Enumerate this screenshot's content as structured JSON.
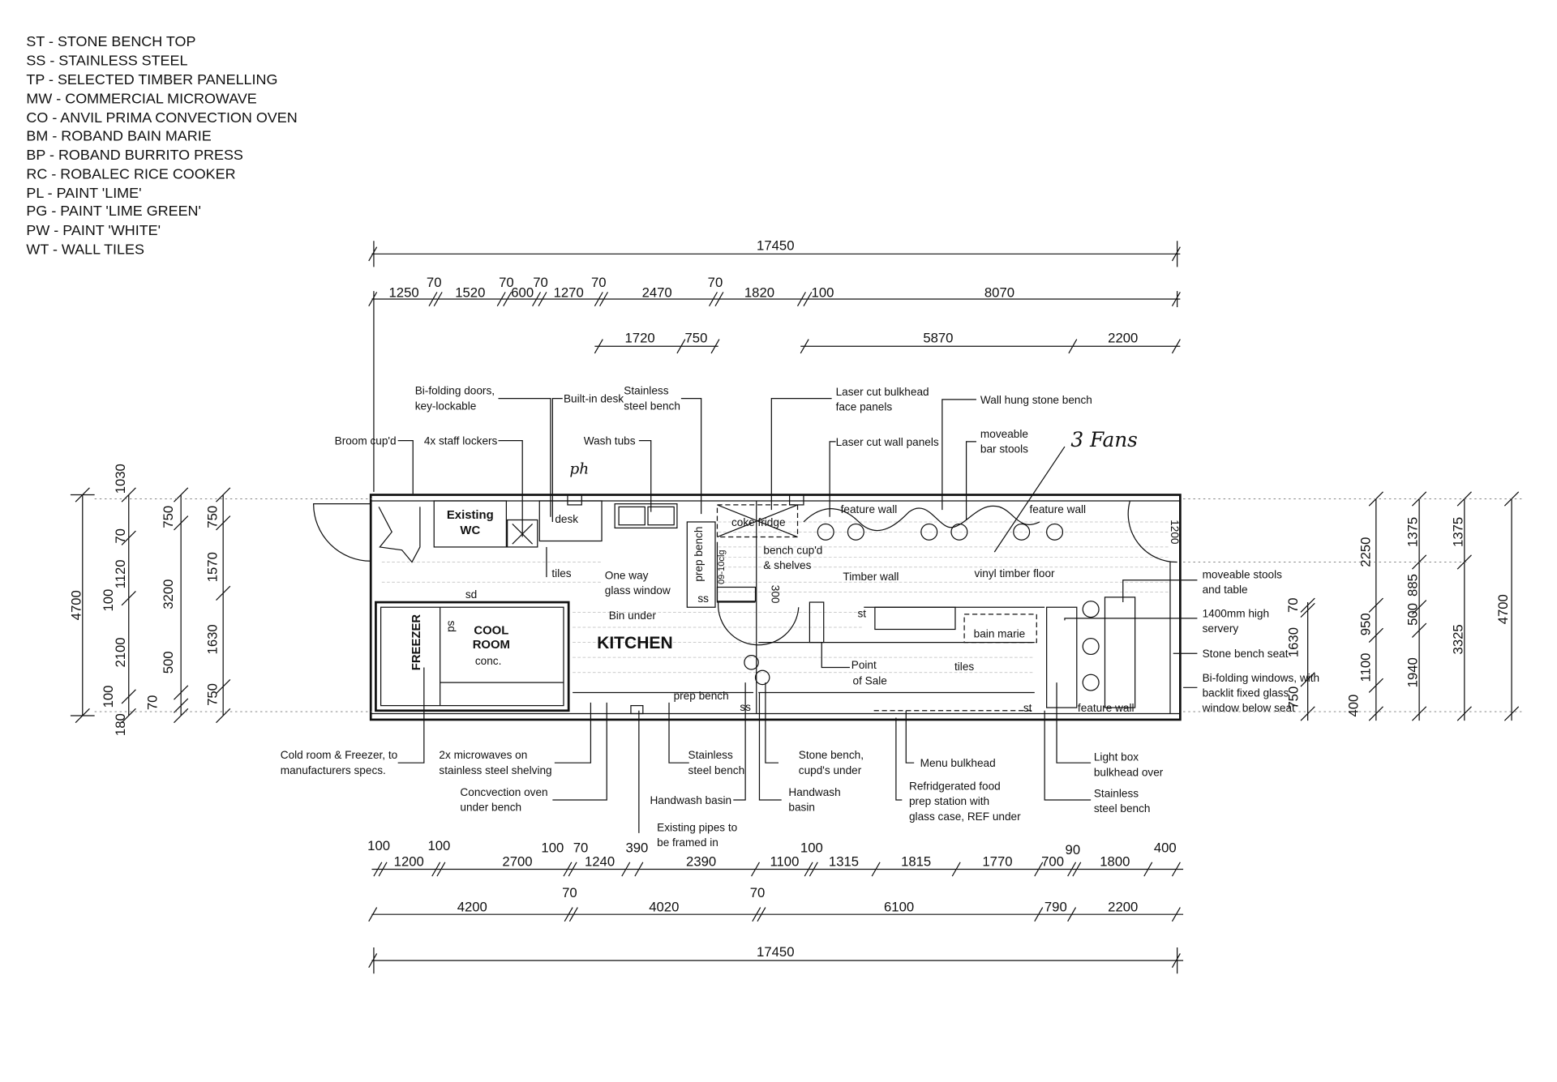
{
  "legend": [
    "ST - STONE BENCH TOP",
    "SS - STAINLESS STEEL",
    "TP - SELECTED TIMBER PANELLING",
    "MW - COMMERCIAL MICROWAVE",
    "CO - ANVIL PRIMA CONVECTION OVEN",
    "BM - ROBAND BAIN MARIE",
    "BP - ROBAND BURRITO PRESS",
    "RC - ROBALEC RICE COOKER",
    "PL - PAINT 'LIME'",
    "PG - PAINT 'LIME GREEN'",
    "PW - PAINT 'WHITE'",
    "WT - WALL TILES"
  ],
  "rooms": {
    "existing_wc": [
      "Existing",
      "WC"
    ],
    "desk": "desk",
    "freezer": "FREEZER",
    "cool_room": [
      "COOL",
      "ROOM",
      "conc."
    ],
    "kitchen": "KITCHEN",
    "coke_fridge": "coke fridge",
    "prep_bench_v": "prep bench",
    "prep_bench_h": "prep bench",
    "bain_marie": "bain marie",
    "point_of_sale": [
      "Point",
      "of Sale"
    ],
    "tiles_1": "tiles",
    "tiles_2": "tiles",
    "feature_wall_1": "feature wall",
    "feature_wall_2": "feature wall",
    "feature_wall_3": "feature wall",
    "timber_wall": "Timber wall",
    "vinyl_floor": "vinyl timber floor",
    "bench_cupd": [
      "bench cup'd",
      "& shelves"
    ],
    "one_way": [
      "One way",
      "glass window"
    ],
    "bin_under": "Bin under",
    "ss_1": "ss",
    "ss_2": "ss",
    "sd_1": "sd",
    "sd_2": "sd",
    "st_1": "st",
    "st_2": "st",
    "dim_300": "300",
    "dim_1200": "1200",
    "dim_clg": "09-10clg"
  },
  "annotations": {
    "bifolding_doors": [
      "Bi-folding doors,",
      "key-lockable"
    ],
    "built_in_desk": "Built-in desk",
    "stainless_bench_top": [
      "Stainless",
      "steel bench"
    ],
    "broom": "Broom cup'd",
    "lockers": "4x staff lockers",
    "wash_tubs": "Wash tubs",
    "bulkhead_panels": [
      "Laser cut bulkhead",
      "face panels"
    ],
    "wall_panels": "Laser cut wall panels",
    "wall_hung": "Wall hung stone bench",
    "bar_stools": [
      "moveable",
      "bar stools"
    ],
    "moveable_stools": [
      "moveable stools",
      "and table"
    ],
    "servery": [
      "1400mm high",
      "servery"
    ],
    "stone_seat": "Stone bench seat",
    "bifolding_windows": [
      "Bi-folding windows, with",
      "backlit fixed glass",
      "window below seat"
    ],
    "cold_room": [
      "Cold room & Freezer, to",
      "manufacturers specs."
    ],
    "microwaves": [
      "2x microwaves on",
      "stainless steel shelving"
    ],
    "convection": [
      "Concvection oven",
      "under bench"
    ],
    "ss_bench_bottom": [
      "Stainless",
      "steel bench"
    ],
    "handwash_1": "Handwash basin",
    "pipes": [
      "Existing pipes to",
      "be framed in"
    ],
    "stone_bench_cupd": [
      "Stone bench,",
      "cupd's under"
    ],
    "handwash_2": [
      "Handwash",
      "basin"
    ],
    "menu_bulkhead": "Menu bulkhead",
    "refrig": [
      "Refridgerated food",
      "prep station with",
      "glass case, REF under"
    ],
    "light_box": [
      "Light box",
      "bulkhead over"
    ],
    "ss_bench_right": [
      "Stainless",
      "steel bench"
    ],
    "handwritten_fans": "3 Fans",
    "handwritten_ph": "ph"
  },
  "dimensions": {
    "top_total": "17450",
    "top_row1": [
      "1250",
      "70",
      "1520",
      "70",
      "600",
      "70",
      "1270",
      "70",
      "2470",
      "70",
      "1820",
      "100",
      "8070"
    ],
    "top_row2": [
      "1720",
      "750",
      "5870",
      "2200"
    ],
    "bottom_row1": [
      "100",
      "1200",
      "100",
      "2700",
      "100",
      "70",
      "1240",
      "390",
      "2390",
      "1100",
      "100",
      "1315",
      "1815",
      "1770",
      "700",
      "90",
      "1800",
      "400"
    ],
    "bottom_row2": [
      "4200",
      "70",
      "4020",
      "70",
      "6100",
      "790",
      "2200"
    ],
    "bottom_total": "17450",
    "left_total": "4700",
    "left_col2": [
      "1030",
      "70",
      "1120",
      "100",
      "2100",
      "100",
      "180"
    ],
    "left_col3": [
      "750",
      "3200",
      "500",
      "70"
    ],
    "left_col4": [
      "750",
      "1570",
      "1630",
      "750"
    ],
    "right_col1": [
      "70",
      "1630",
      "750"
    ],
    "right_col2": [
      "2250",
      "950",
      "1100",
      "400"
    ],
    "right_col3": [
      "1375",
      "885",
      "500",
      "1940"
    ],
    "right_col4": [
      "1375",
      "3325"
    ],
    "right_total": "4700"
  }
}
